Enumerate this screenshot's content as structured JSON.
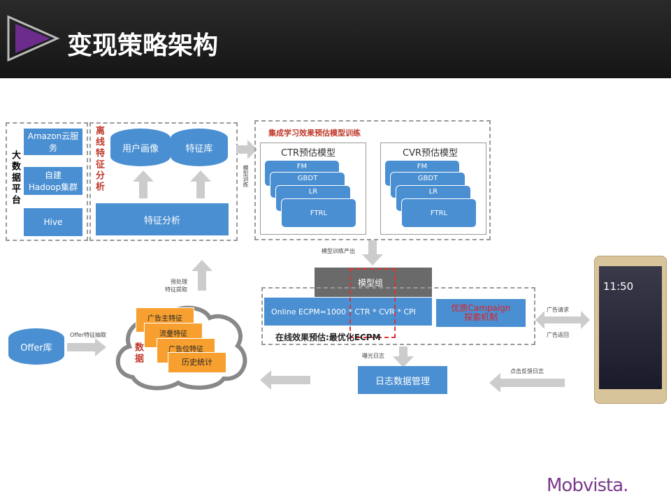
{
  "title": "变现策略架构",
  "bigdata": {
    "label": "大数据平台",
    "items": [
      "Amazon云服务",
      "自建\nHadoop集群",
      "Hive"
    ]
  },
  "offline": {
    "label": "离线特征分析",
    "db1": "用户画像",
    "db2": "特征库",
    "analysis": "特征分析"
  },
  "model_train_label": "模型训练",
  "ensemble": {
    "title": "集成学习效果预估模型训练",
    "ctr": {
      "title": "CTR预估模型",
      "cards": [
        "FM",
        "GBDT",
        "LR",
        "FTRL"
      ]
    },
    "cvr": {
      "title": "CVR预估模型",
      "cards": [
        "FM",
        "GBDT",
        "LR",
        "FTRL"
      ]
    }
  },
  "model_output": "模型训练产出",
  "model_group": "模型组",
  "online": {
    "formula": "Online ECPM=1000 * CTR * CVR * CPI",
    "explore": "优质Campaign\n探索机制",
    "caption": "在线效果预估:最优化ECPM"
  },
  "ad_request": "广告请求",
  "ad_return": "广告返回",
  "impression_log": "曝光日志",
  "click_log": "点击反馈日志",
  "log_mgmt": "日志数据管理",
  "offer": {
    "db": "Offer库",
    "extract": "Offer特征抽取"
  },
  "preprocess": "预处理\n特征提取",
  "data": {
    "label": "数据",
    "items": [
      "广告主特征",
      "流量特征",
      "广告位特征",
      "历史统计"
    ]
  },
  "phone": {
    "time": "11:50"
  },
  "brand": "Mobvista."
}
